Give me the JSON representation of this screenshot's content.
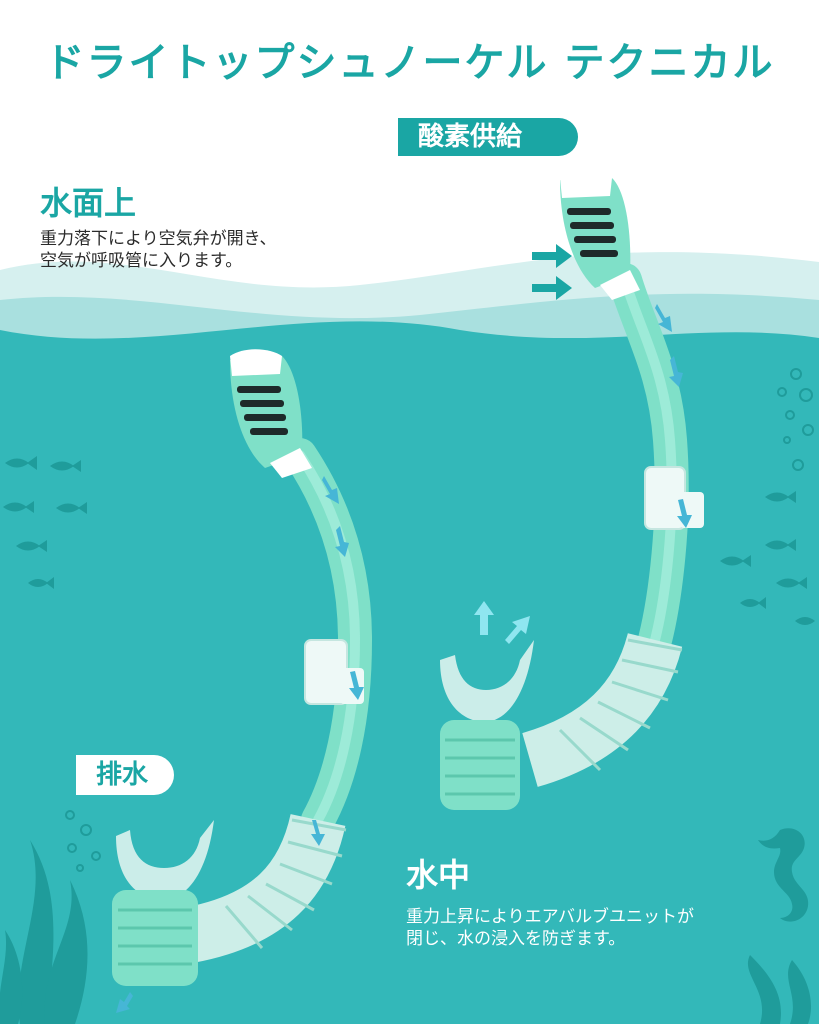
{
  "title": "ドライトップシュノーケル テクニカル",
  "tags": {
    "oxygen": "酸素供給",
    "drain": "排水"
  },
  "surface": {
    "heading": "水面上",
    "desc_lines": [
      "重力落下により空気弁が開き、",
      "空気が呼吸管に入ります。"
    ]
  },
  "underwater": {
    "heading": "水中",
    "desc_lines": [
      "重力上昇によりエアバルブユニットが",
      "閉じ、水の浸入を防ぎます。"
    ]
  },
  "icons": [
    "snorkel-tube-icon",
    "fish-icon",
    "seahorse-icon",
    "seaweed-icon",
    "bubble-icon",
    "arrow-icon"
  ],
  "colors": {
    "accent": "#1aa6a4",
    "water": "#33b8b9",
    "tube": "#7fe0c8",
    "wave_light": "#d6f0ef"
  }
}
